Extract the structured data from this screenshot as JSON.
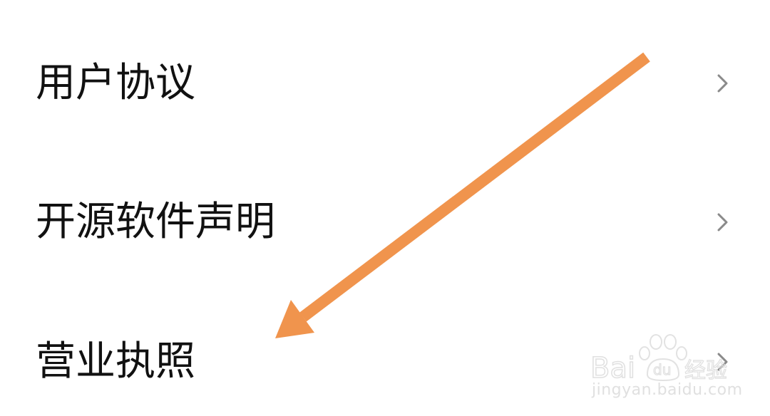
{
  "menu": {
    "items": [
      {
        "label": "用户协议",
        "icon": "chevron-right-icon"
      },
      {
        "label": "开源软件声明",
        "icon": "chevron-right-icon"
      },
      {
        "label": "营业执照",
        "icon": "chevron-right-icon"
      }
    ]
  },
  "annotation": {
    "type": "arrow",
    "color": "#f0944d",
    "points_to": "营业执照"
  },
  "watermark": {
    "brand": "Baidu经验",
    "url": "jingyan.baidu.com"
  },
  "colors": {
    "text": "#111111",
    "chevron": "#8a8a8a",
    "background": "#ffffff",
    "arrow": "#f0944d"
  }
}
